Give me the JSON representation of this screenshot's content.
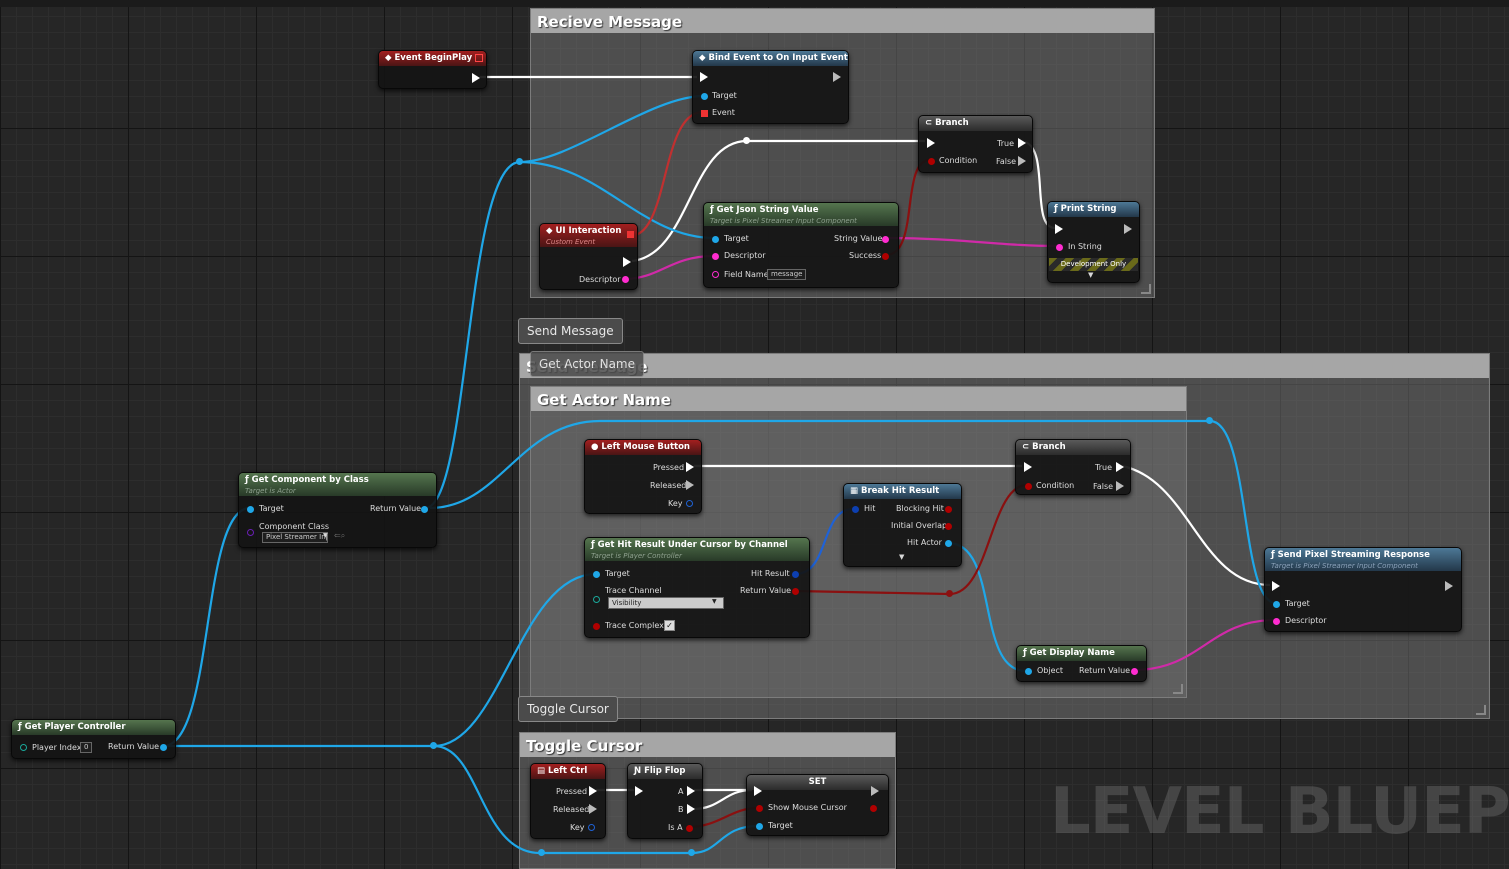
{
  "comments": {
    "receive": {
      "title": "Recieve Message"
    },
    "send": {
      "title": "Send Message",
      "bubble": "Send Message"
    },
    "get_actor": {
      "title": "Get Actor Name",
      "bubble": "Get Actor Name"
    },
    "toggle": {
      "title": "Toggle Cursor",
      "bubble": "Toggle Cursor"
    }
  },
  "nodes": {
    "event_begin_play": {
      "title": "Event BeginPlay"
    },
    "bind_event": {
      "title": "Bind Event to On Input Event",
      "pins": {
        "target": "Target",
        "event": "Event"
      }
    },
    "branch1": {
      "title": "Branch",
      "pins": {
        "condition": "Condition",
        "true": "True",
        "false": "False"
      }
    },
    "print_string": {
      "title": "Print String",
      "pins": {
        "in_string": "In String"
      },
      "footer": "Development Only"
    },
    "ui_interaction": {
      "title": "UI Interaction",
      "subtitle": "Custom Event",
      "pins": {
        "descriptor": "Descriptor"
      }
    },
    "get_json": {
      "title": "Get Json String Value",
      "subtitle": "Target is Pixel Streamer Input Component",
      "pins": {
        "target": "Target",
        "descriptor": "Descriptor",
        "field_name": "Field Name",
        "field_value": "message",
        "string_value": "String Value",
        "success": "Success"
      }
    },
    "get_component": {
      "title": "Get Component by Class",
      "subtitle": "Target is Actor",
      "pins": {
        "target": "Target",
        "component_class": "Component Class",
        "class_value": "Pixel Streamer Inp",
        "return_value": "Return Value"
      }
    },
    "left_mouse": {
      "title": "Left Mouse Button",
      "pins": {
        "pressed": "Pressed",
        "released": "Released",
        "key": "Key"
      }
    },
    "branch2": {
      "title": "Branch",
      "pins": {
        "condition": "Condition",
        "true": "True",
        "false": "False"
      }
    },
    "break_hit": {
      "title": "Break Hit Result",
      "pins": {
        "hit": "Hit",
        "blocking_hit": "Blocking Hit",
        "initial_overlap": "Initial Overlap",
        "hit_actor": "Hit Actor"
      }
    },
    "get_hit": {
      "title": "Get Hit Result Under Cursor by Channel",
      "subtitle": "Target is Player Controller",
      "pins": {
        "target": "Target",
        "trace_channel": "Trace Channel",
        "channel_value": "Visibility",
        "trace_complex": "Trace Complex",
        "hit_result": "Hit Result",
        "return_value": "Return Value"
      }
    },
    "send_response": {
      "title": "Send Pixel Streaming Response",
      "subtitle": "Target is Pixel Streamer Input Component",
      "pins": {
        "target": "Target",
        "descriptor": "Descriptor"
      }
    },
    "get_display_name": {
      "title": "Get Display Name",
      "pins": {
        "object": "Object",
        "return_value": "Return Value"
      }
    },
    "get_player_controller": {
      "title": "Get Player Controller",
      "pins": {
        "player_index": "Player Index",
        "index_value": "0",
        "return_value": "Return Value"
      }
    },
    "left_ctrl": {
      "title": "Left Ctrl",
      "pins": {
        "pressed": "Pressed",
        "released": "Released",
        "key": "Key"
      }
    },
    "flip_flop": {
      "title": "Flip Flop",
      "pins": {
        "a": "A",
        "b": "B",
        "is_a": "Is A"
      }
    },
    "set_node": {
      "title": "SET",
      "pins": {
        "show_mouse_cursor": "Show Mouse Cursor",
        "target": "Target"
      }
    }
  },
  "watermark": "LEVEL BLUEPRINT",
  "colors": {
    "exec": "#ffffff",
    "object": "#1fa7e8",
    "string": "#ff2cd0",
    "bool": "#b00000",
    "struct": "#0d3fb0"
  }
}
